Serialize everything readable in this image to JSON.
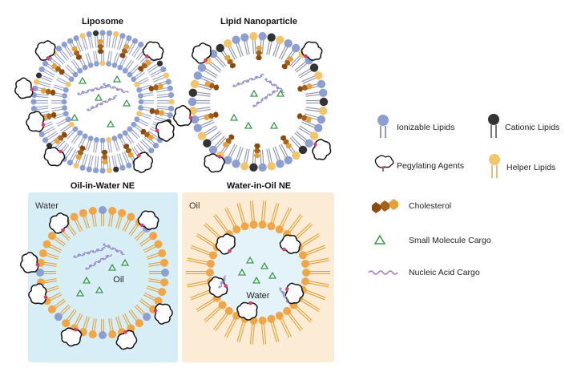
{
  "panels": {
    "liposome": {
      "title": "Liposome"
    },
    "lnp": {
      "title": "Lipid Nanoparticle"
    },
    "ow": {
      "title": "Oil-in-Water NE",
      "outer_label": "Water",
      "inner_label": "Oil"
    },
    "wo": {
      "title": "Water-in-Oil NE",
      "outer_label": "Oil",
      "inner_label": "Water"
    }
  },
  "legend": {
    "ionizable": "Ionizable Lipids",
    "cationic": "Cationic Lipids",
    "pegylating": "Pegylating Agents",
    "helper": "Helper Lipids",
    "cholesterol": "Cholesterol",
    "small_molecule": "Small Molecule Cargo",
    "nucleic_acid": "Nucleic Acid Cargo"
  },
  "colors": {
    "ionizable": "#8d9fd0",
    "cationic": "#333333",
    "helper": "#f2c46b",
    "cholesterol_dark": "#8a4a0b",
    "cholesterol_light": "#e3a23a",
    "oil_lipid": "#f0a646",
    "water_bg": "#d8eef7",
    "oil_bg": "#fcecd6",
    "cargo_green": "#3f9a4a",
    "nucleic": "#a77bc0",
    "peg_tip": "#d6406c"
  }
}
